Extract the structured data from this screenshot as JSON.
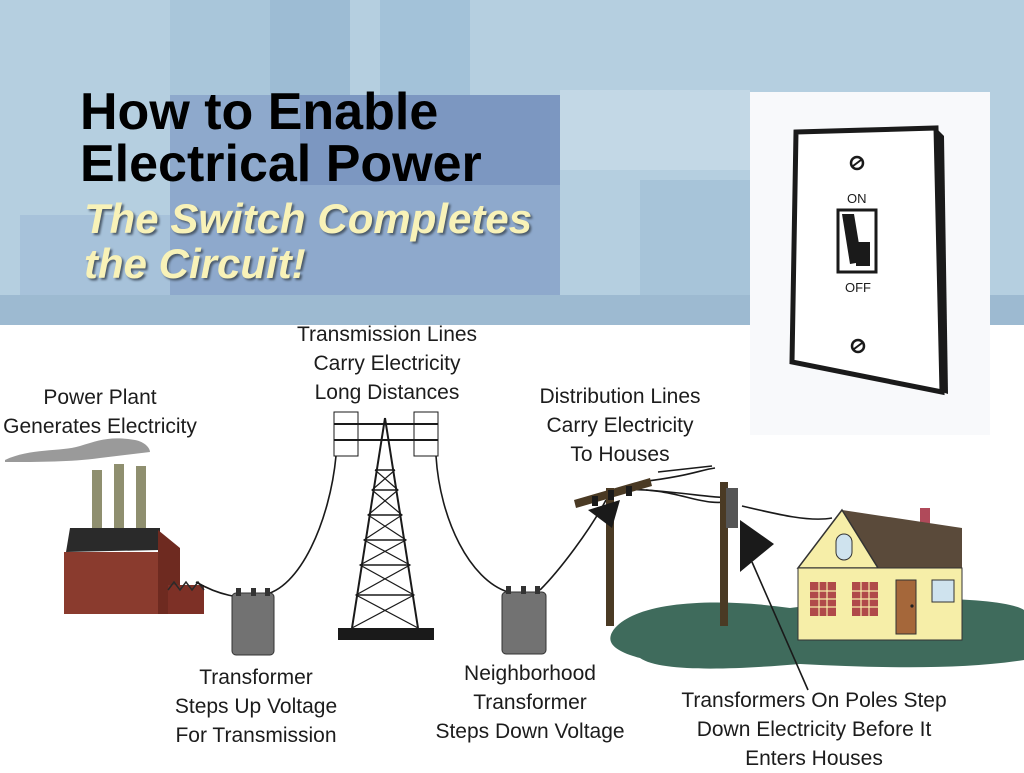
{
  "title_line1": "How to Enable",
  "title_line2": "Electrical Power",
  "subtitle_line1": "The Switch Completes",
  "subtitle_line2": "the Circuit!",
  "switch": {
    "on_label": "ON",
    "off_label": "OFF"
  },
  "labels": {
    "power_plant": [
      "Power Plant",
      "Generates Electricity"
    ],
    "transmission": [
      "Transmission Lines",
      "Carry Electricity",
      "Long Distances"
    ],
    "distribution": [
      "Distribution Lines",
      "Carry Electricity",
      "To Houses"
    ],
    "transformer": [
      "Transformer",
      "Steps Up Voltage",
      "For Transmission"
    ],
    "neighborhood": [
      "Neighborhood",
      "Transformer",
      "Steps Down Voltage"
    ],
    "poles": [
      "Transformers On Poles Step",
      "Down Electricity Before It",
      "Enters Houses"
    ]
  },
  "colors": {
    "banner": "#b5cfe0",
    "subtitle": "#f8f2b8",
    "factory": "#8a3b2e",
    "house": "#f6eea8",
    "grass": "#3f6b5c",
    "transformer": "#727272"
  }
}
